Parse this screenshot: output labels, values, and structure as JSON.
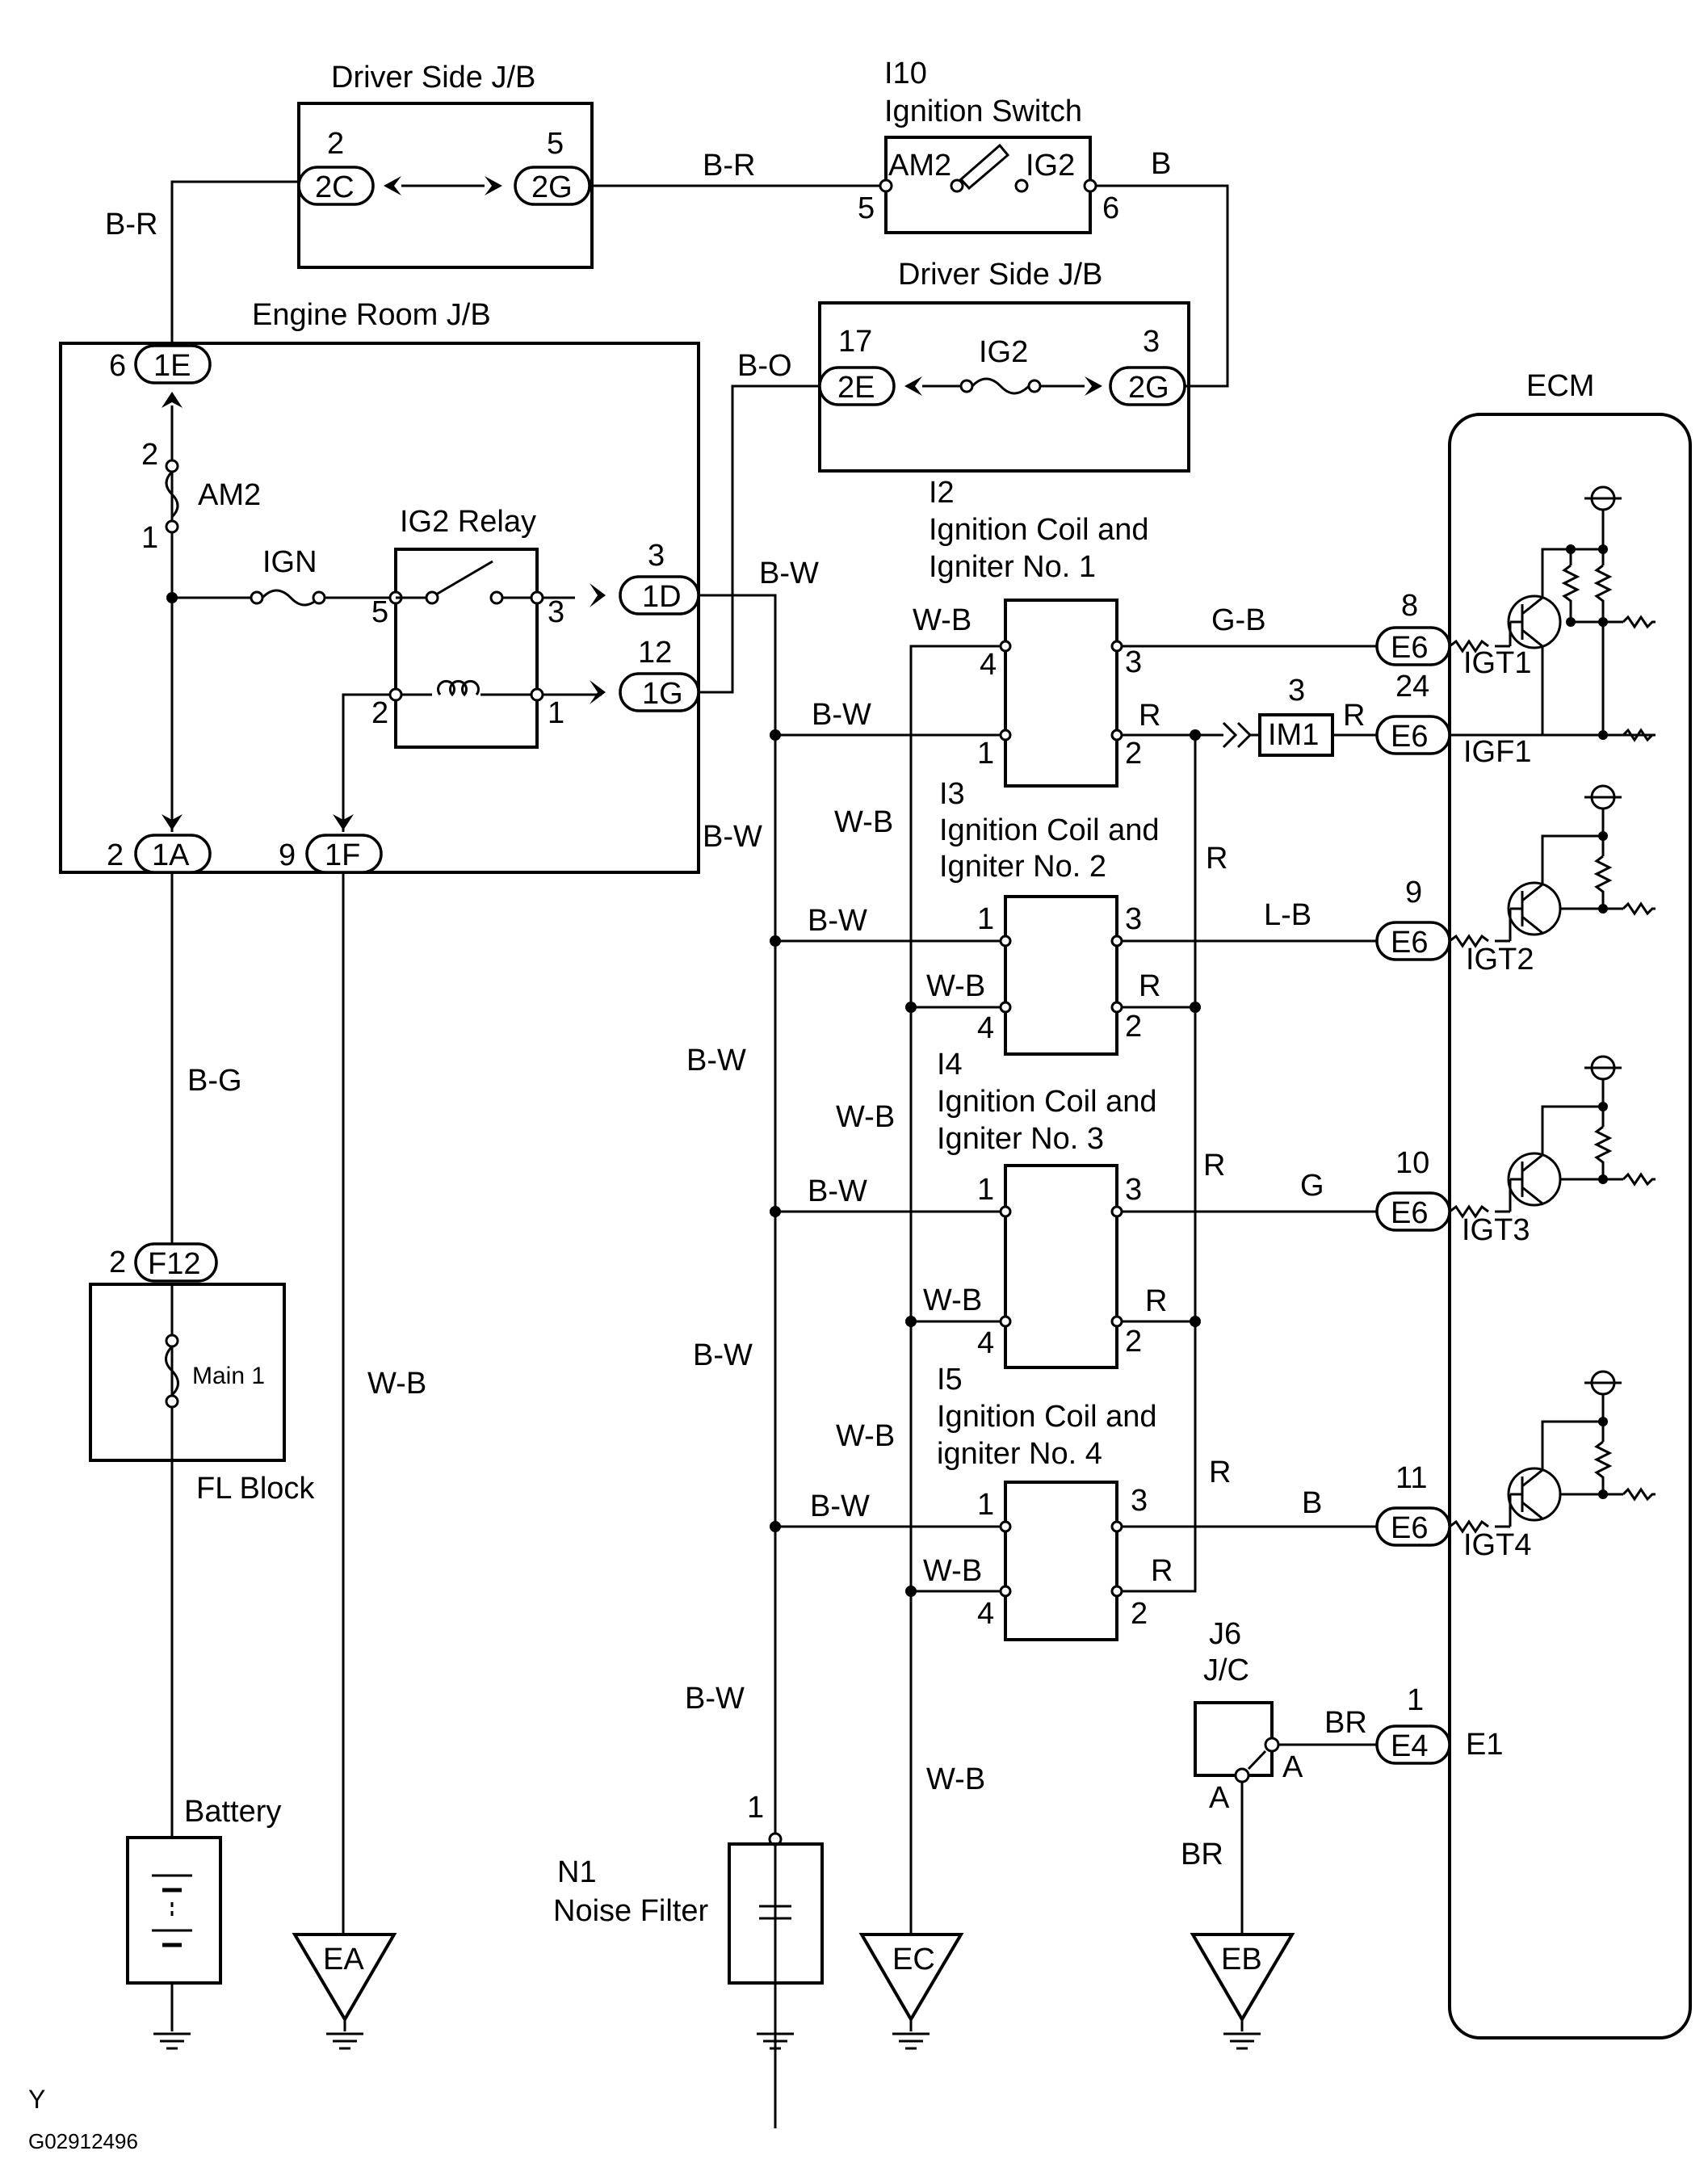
{
  "diagram": {
    "components": {
      "driver_jb_top": {
        "title": "Driver Side J/B",
        "pin_left_num": "2",
        "pin_left": "2C",
        "pin_right_num": "5",
        "pin_right": "2G"
      },
      "ignition_switch": {
        "id": "I10",
        "name": "Ignition Switch",
        "term_left": "AM2",
        "term_right": "IG2",
        "pin_left": "5",
        "pin_right": "6"
      },
      "driver_jb_mid": {
        "title": "Driver Side J/B",
        "pin_left_num": "17",
        "pin_left": "2E",
        "fuse": "IG2",
        "pin_right_num": "3",
        "pin_right": "2G"
      },
      "engine_room_jb": {
        "title": "Engine Room J/B",
        "conn_1e_num": "6",
        "conn_1e": "1E",
        "am2_label": "AM2",
        "am2_pin_top": "2",
        "am2_pin_bottom": "1",
        "ign_label": "IGN",
        "relay_label": "IG2 Relay",
        "relay_pin5": "5",
        "relay_pin3": "3",
        "relay_pin2": "2",
        "relay_pin1": "1",
        "conn_1d_num": "3",
        "conn_1d": "1D",
        "conn_1g_num": "12",
        "conn_1g": "1G",
        "conn_1a_num": "2",
        "conn_1a": "1A",
        "conn_1f_num": "9",
        "conn_1f": "1F"
      },
      "fl_block": {
        "conn_num": "2",
        "conn": "F12",
        "fuse": "Main 1",
        "name": "FL Block"
      },
      "battery": {
        "name": "Battery"
      },
      "coil1": {
        "id": "I2",
        "name_line1": "Ignition Coil and",
        "name_line2": "Igniter No. 1",
        "p1": "1",
        "p2": "2",
        "p3": "3",
        "p4": "4"
      },
      "coil2": {
        "id": "I3",
        "name_line1": "Ignition Coil and",
        "name_line2": "Igniter No. 2",
        "p1": "1",
        "p2": "2",
        "p3": "3",
        "p4": "4"
      },
      "coil3": {
        "id": "I4",
        "name_line1": "Ignition Coil and",
        "name_line2": "Igniter No. 3",
        "p1": "1",
        "p2": "2",
        "p3": "3",
        "p4": "4"
      },
      "coil4": {
        "id": "I5",
        "name_line1": "Ignition Coil and",
        "name_line2": "igniter No. 4",
        "p1": "1",
        "p2": "2",
        "p3": "3",
        "p4": "4"
      },
      "im1": {
        "num": "3",
        "label": "IM1"
      },
      "ecm": {
        "title": "ECM",
        "e6_igt1_num": "8",
        "e6_igt1": "E6",
        "igt1": "IGT1",
        "e6_igf1_num": "24",
        "e6_igf1": "E6",
        "igf1": "IGF1",
        "e6_igt2_num": "9",
        "e6_igt2": "E6",
        "igt2": "IGT2",
        "e6_igt3_num": "10",
        "e6_igt3": "E6",
        "igt3": "IGT3",
        "e6_igt4_num": "11",
        "e6_igt4": "E6",
        "igt4": "IGT4",
        "e4_num": "1",
        "e4": "E4",
        "e1": "E1"
      },
      "jc": {
        "id": "J6",
        "name": "J/C",
        "pin_a1": "A",
        "pin_a2": "A"
      },
      "noise_filter": {
        "id": "N1",
        "name": "Noise Filter",
        "pin": "1"
      },
      "grounds": {
        "ea": "EA",
        "ec": "EC",
        "eb": "EB"
      }
    },
    "wires": {
      "br_left": "B-R",
      "br_top": "B-R",
      "b_switch": "B",
      "bo": "B-O",
      "bw_1d": "B-W",
      "bw_right": "B-W",
      "bw_mid1": "B-W",
      "bw_mid2": "B-W",
      "bw_bottom": "B-W",
      "bw_c1": "B-W",
      "bw_c2": "B-W",
      "bw_c3": "B-W",
      "bw_c4": "B-W",
      "wb_c1": "W-B",
      "wb_c2": "W-B",
      "wb_c3": "W-B",
      "wb_c4": "W-B",
      "wb_l1": "W-B",
      "wb_l2": "W-B",
      "wb_l3": "W-B",
      "wb_bottom": "W-B",
      "wb_ea": "W-B",
      "bg": "B-G",
      "gb": "G-B",
      "r_c1": "R",
      "r_im1": "R",
      "lb": "L-B",
      "g": "G",
      "b_c4": "B",
      "r_c2": "R",
      "r_c3": "R",
      "r_c4": "R",
      "r_v1": "R",
      "r_v2": "R",
      "r_v3": "R",
      "br_jc": "BR",
      "br_jc_down": "BR"
    },
    "footer": {
      "letter": "Y",
      "code": "G02912496"
    }
  }
}
